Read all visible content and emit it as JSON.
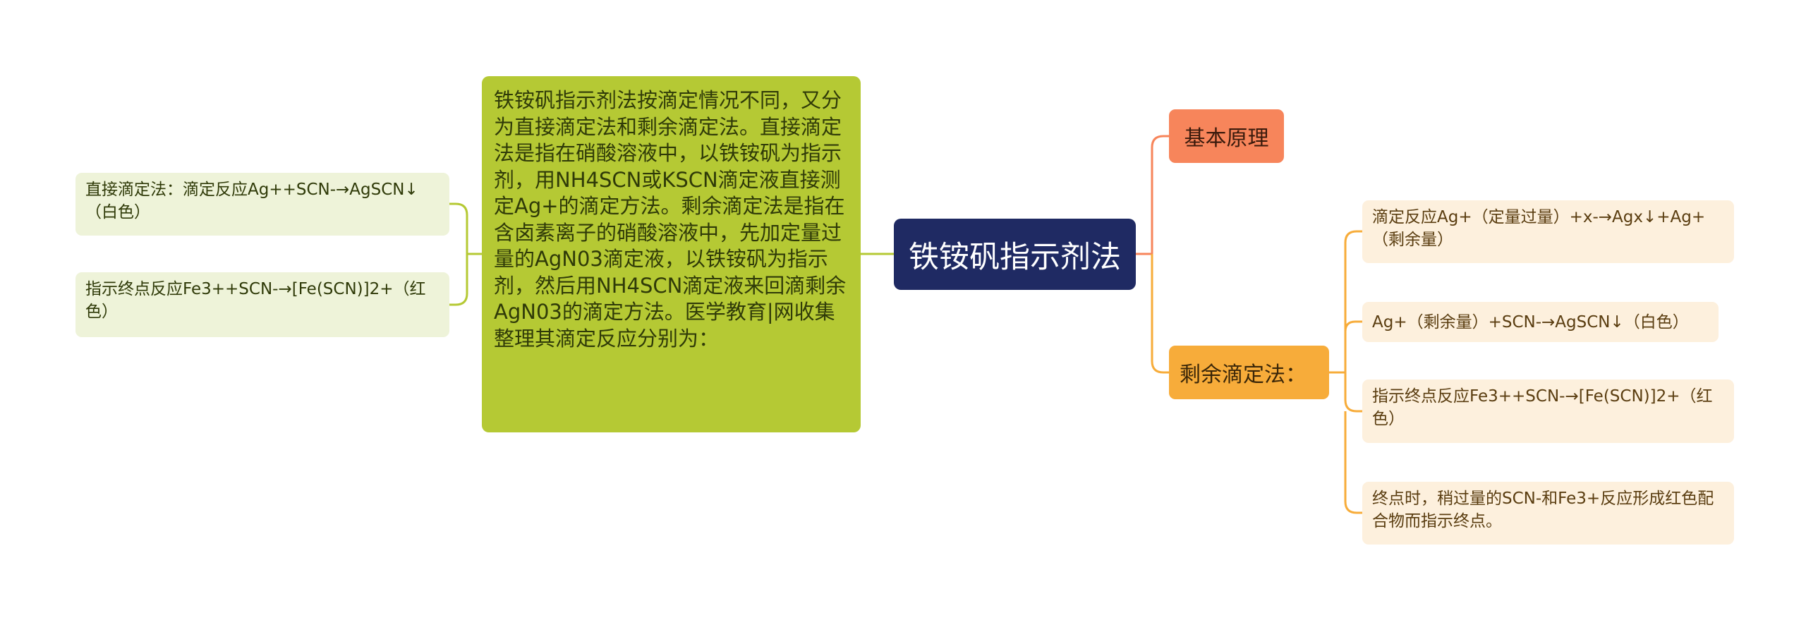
{
  "root": {
    "title": "铁铵矾指示剂法"
  },
  "description": "铁铵矾指示剂法按滴定情况不同，又分为直接滴定法和剩余滴定法。直接滴定法是指在硝酸溶液中，以铁铵矾为指示剂，用NH4SCN或KSCN滴定液直接测定Ag+的滴定方法。剩余滴定法是指在含卤素离子的硝酸溶液中，先加定量过量的AgN03滴定液，以铁铵矾为指示剂，然后用NH4SCN滴定液来回滴剩余AgN03的滴定方法。医学教育|网收集整理其滴定反应分别为：",
  "left_leaves": [
    "直接滴定法：滴定反应Ag++SCN-→AgSCN↓（白色）",
    "指示终点反应Fe3++SCN-→[Fe(SCN)]2+（红色）"
  ],
  "branches": {
    "basic": "基本原理",
    "remaining": "剩余滴定法："
  },
  "right_leaves": [
    "滴定反应Ag+（定量过量）+x-→Agx↓+Ag+（剩余量）",
    "Ag+（剩余量）+SCN-→AgSCN↓（白色）",
    "指示终点反应Fe3++SCN-→[Fe(SCN)]2+（红色）",
    "终点时，稍过量的SCN-和Fe3+反应形成红色配合物而指示终点。"
  ],
  "colors": {
    "root": "#1f2a63",
    "description": "#b5c934",
    "left_leaf": "#eef3d9",
    "basic_branch": "#f7855b",
    "remaining_branch": "#f7ac3a",
    "right_leaf": "#fdf0dd",
    "green_link": "#b5c934",
    "orange_link": "#f7ac3a",
    "salmon_link": "#f7855b"
  }
}
